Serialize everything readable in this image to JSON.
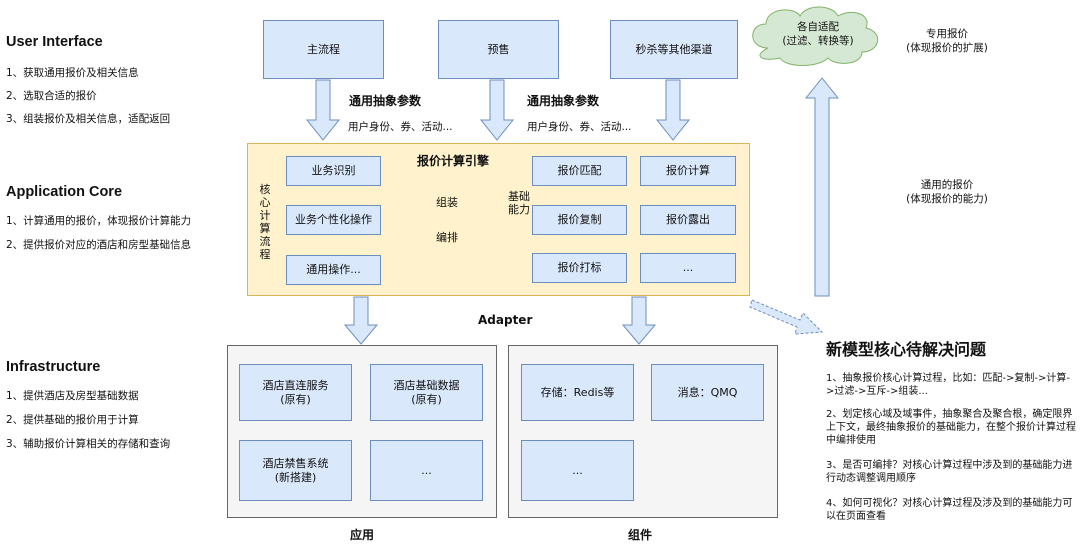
{
  "layers": {
    "ui": {
      "title": "User Interface",
      "items": [
        "1、获取通用报价及相关信息",
        "2、选取合适的报价",
        "3、组装报价及相关信息，适配返回"
      ]
    },
    "core": {
      "title": "Application Core",
      "items": [
        "1、计算通用的报价，体现报价计算能力",
        "2、提供报价对应的酒店和房型基础信息"
      ]
    },
    "infra": {
      "title": "Infrastructure",
      "items": [
        "1、提供酒店及房型基础数据",
        "2、提供基础的报价用于计算",
        "3、辅助报价计算相关的存储和查询"
      ]
    }
  },
  "channels": [
    "主流程",
    "预售",
    "秒杀等其他渠道"
  ],
  "params": {
    "title1": "通用抽象参数",
    "detail1": "用户身份、券、活动...",
    "title2": "通用抽象参数",
    "detail2": "用户身份、券、活动..."
  },
  "engine": {
    "title": "报价计算引擎",
    "core_process_label": "核心计算流程",
    "steps": [
      "业务识别",
      "业务个性化操作",
      "通用操作..."
    ],
    "arrow_top": "组装",
    "arrow_bottom": "编排",
    "basic_label": "基础能力",
    "capabilities": [
      "报价匹配",
      "报价计算",
      "报价复制",
      "报价露出",
      "报价打标",
      "..."
    ]
  },
  "adapter_label": "Adapter",
  "apps_panel": {
    "label": "应用",
    "items": [
      "酒店直连服务\n(原有)",
      "酒店基础数据\n(原有)",
      "酒店禁售系统\n(新搭建)",
      "..."
    ]
  },
  "components_panel": {
    "label": "组件",
    "items": [
      "存储：Redis等",
      "消息：QMQ",
      "..."
    ]
  },
  "cloud_text": "各自适配\n(过滤、转换等)",
  "special_price": "专用报价\n(体现报价的扩展)",
  "common_price": "通用的报价\n(体现报价的能力)",
  "problems": {
    "title": "新模型核心待解决问题",
    "items": [
      "1、抽象报价核心计算过程，比如：匹配->复制->计算->过滤->互斥->组装...",
      "2、划定核心域及域事件，抽象聚合及聚合根，确定限界上下文，最终抽象报价的基础能力，在整个报价计算过程中编排使用",
      "3、是否可编排？对核心计算过程中涉及到的基础能力进行动态调整调用顺序",
      "4、如何可视化？对核心计算过程及涉及到的基础能力可以在页面查看"
    ]
  },
  "colors": {
    "box_fill": "#dae8fc",
    "box_stroke": "#6c8ebf",
    "engine_fill": "#fff2cc",
    "engine_stroke": "#d6b656",
    "cloud_fill": "#d5e8d4",
    "cloud_stroke": "#82b366",
    "panel_fill": "#f5f5f5"
  }
}
